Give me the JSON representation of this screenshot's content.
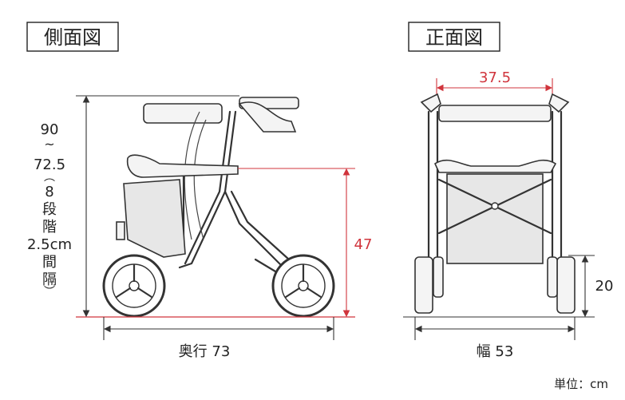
{
  "side_view": {
    "title": "側面図",
    "height_lines": [
      "90",
      "~",
      "72.5",
      "︵",
      "8",
      "段",
      "階",
      "2.5cm",
      "間",
      "隔",
      "︶"
    ],
    "seat_height": "47",
    "depth": "奥行 73"
  },
  "front_view": {
    "title": "正面図",
    "grip_width": "37.5",
    "width": "幅 53",
    "wheel_height": "20"
  },
  "unit_note": "単位：cm",
  "colors": {
    "dimension_red": "#d0343c",
    "line": "#333333"
  }
}
